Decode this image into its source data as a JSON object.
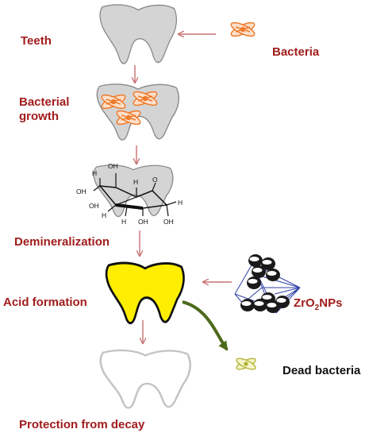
{
  "labels": {
    "teeth": "Teeth",
    "bacteria": "Bacteria",
    "bacterial_growth": "Bacterial growth",
    "demineralization": "Demineralization",
    "acid_formation": "Acid formation",
    "zro2_prefix": "ZrO",
    "zro2_subscript": "2",
    "zro2_suffix": "NPs",
    "dead_bacteria": "Dead bacteria",
    "protection": "Protection from decay"
  },
  "glucose_atoms": {
    "oh": "OH",
    "h": "H",
    "o": "O"
  },
  "colors": {
    "label_red": "#a11c1c",
    "arrow_red": "#c87070",
    "tooth_gray": "#d4d4d4",
    "tooth_acid_yellow": "#ffee00",
    "bacteria_orange": "#f07a2a",
    "dead_bacteria_olive": "#b0b030",
    "curved_arrow_green": "#4d6a1c",
    "nanoparticle_blue": "#2f3fa6"
  }
}
